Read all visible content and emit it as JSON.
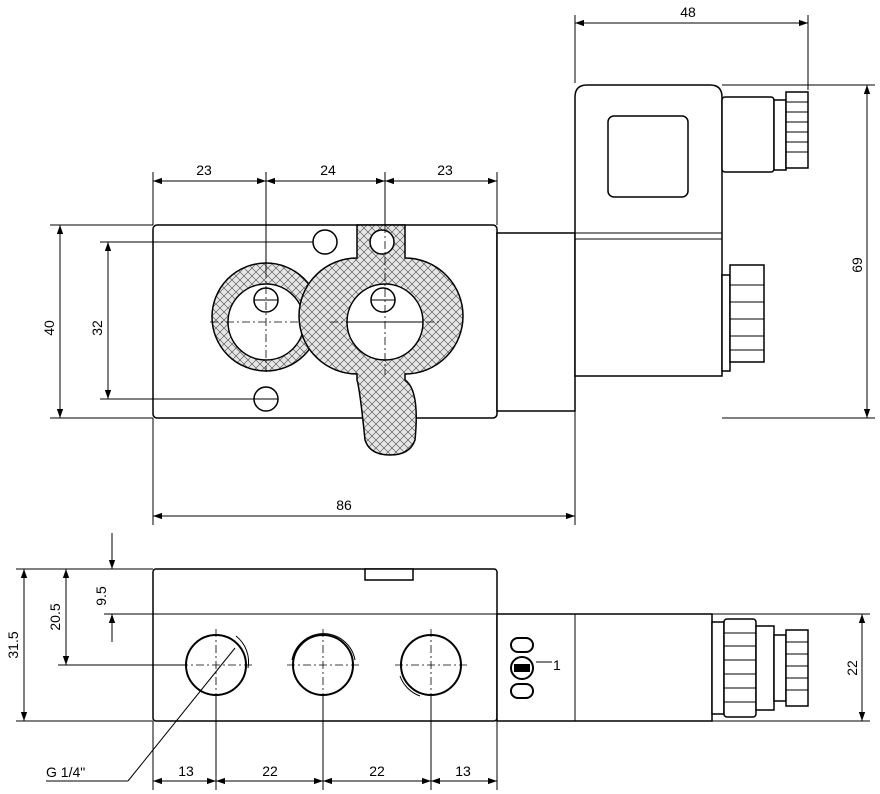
{
  "top_view": {
    "dim_width_48": "48",
    "dim_height_69": "69",
    "dim_23_left": "23",
    "dim_24": "24",
    "dim_23_right": "23",
    "dim_height_40": "40",
    "dim_height_32": "32",
    "dim_length_86": "86"
  },
  "front_view": {
    "dim_31_5": "31.5",
    "dim_20_5": "20.5",
    "dim_9_5": "9.5",
    "dim_22_coil": "22",
    "dim_13_left": "13",
    "dim_22_a": "22",
    "dim_22_b": "22",
    "dim_13_right": "13",
    "thread_label": "G 1/4\"",
    "manual_override_mark": "1"
  }
}
